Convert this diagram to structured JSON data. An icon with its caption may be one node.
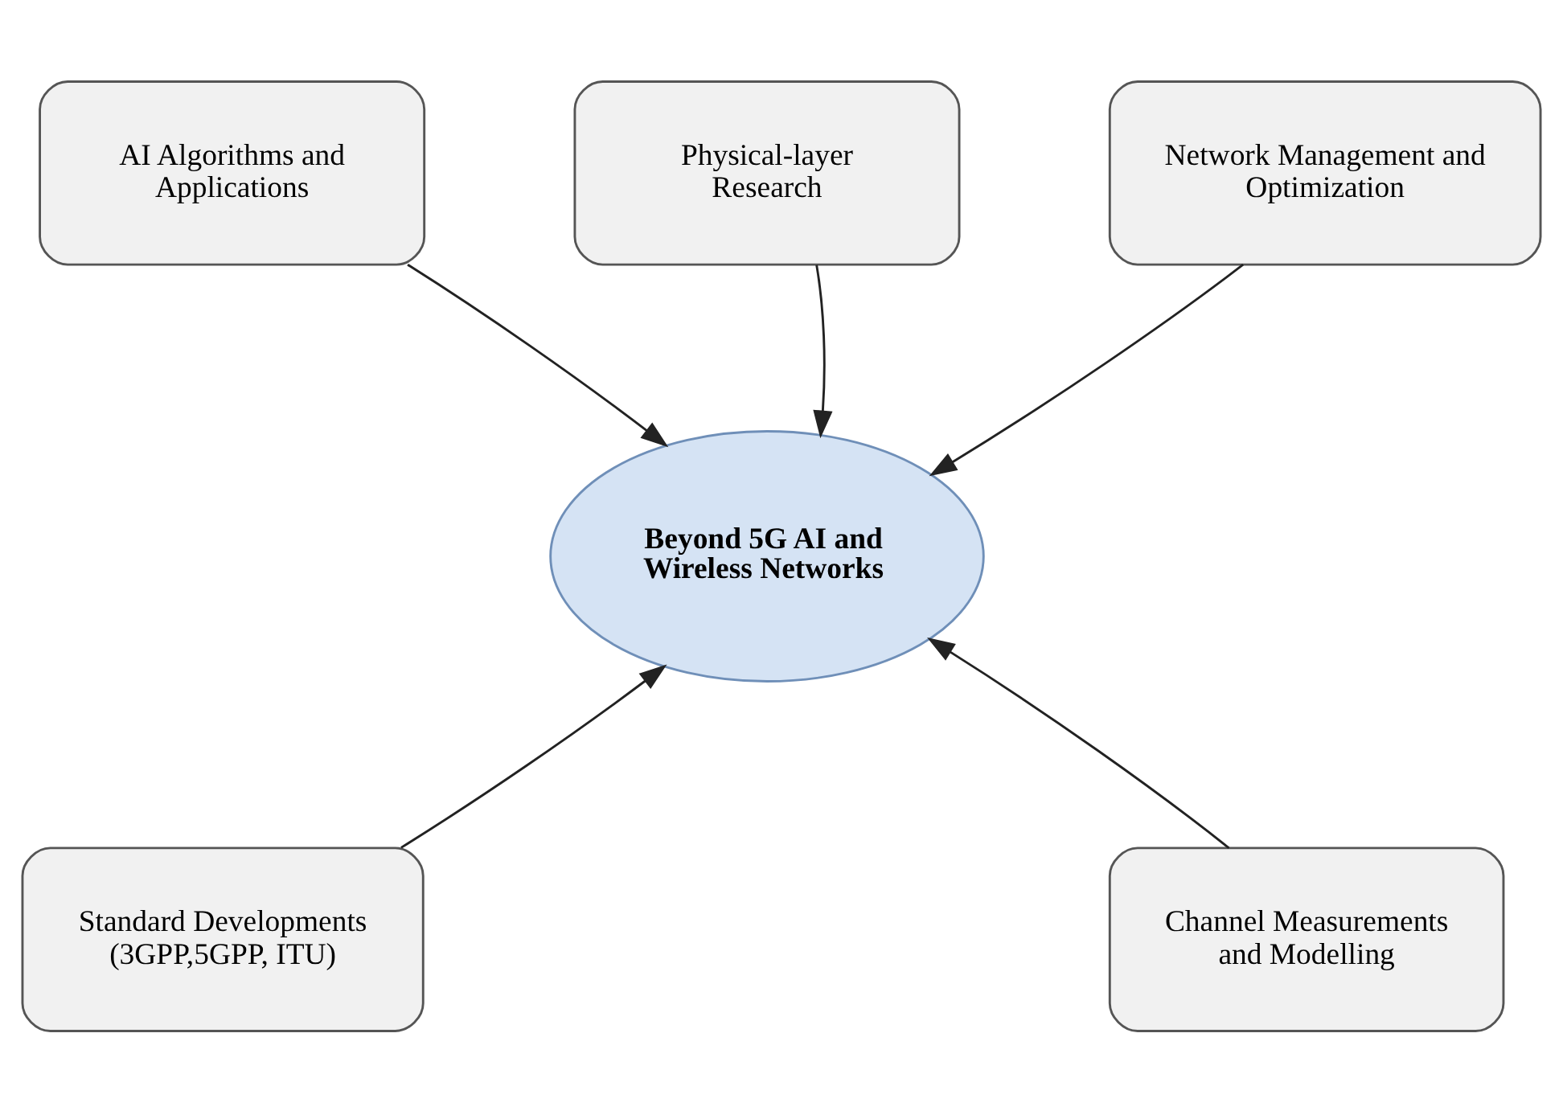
{
  "diagram": {
    "nodes": [
      {
        "text": [
          "AI Algorithms and Applications"
        ]
      },
      {
        "text": [
          "Physical-layer Research"
        ]
      },
      {
        "text": [
          "Network Management and Optimization"
        ]
      },
      {
        "text": [
          "Beyond 5G AI and Wireless Networks"
        ]
      },
      {
        "text": [
          "Standard Developments (3GPP,5GPP, ITU)"
        ]
      },
      {
        "text": [
          "Channel Measurements and Modelling"
        ]
      }
    ],
    "edges": [
      {
        "from": 1,
        "to": 3,
        "arrow": "to"
      },
      {
        "from": 0,
        "to": 3,
        "arrow": "to"
      },
      {
        "from": 2,
        "to": 3,
        "arrow": "to"
      },
      {
        "from": 4,
        "to": 3,
        "arrow": "to"
      },
      {
        "from": 5,
        "to": 3,
        "arrow": "to"
      }
    ]
  }
}
